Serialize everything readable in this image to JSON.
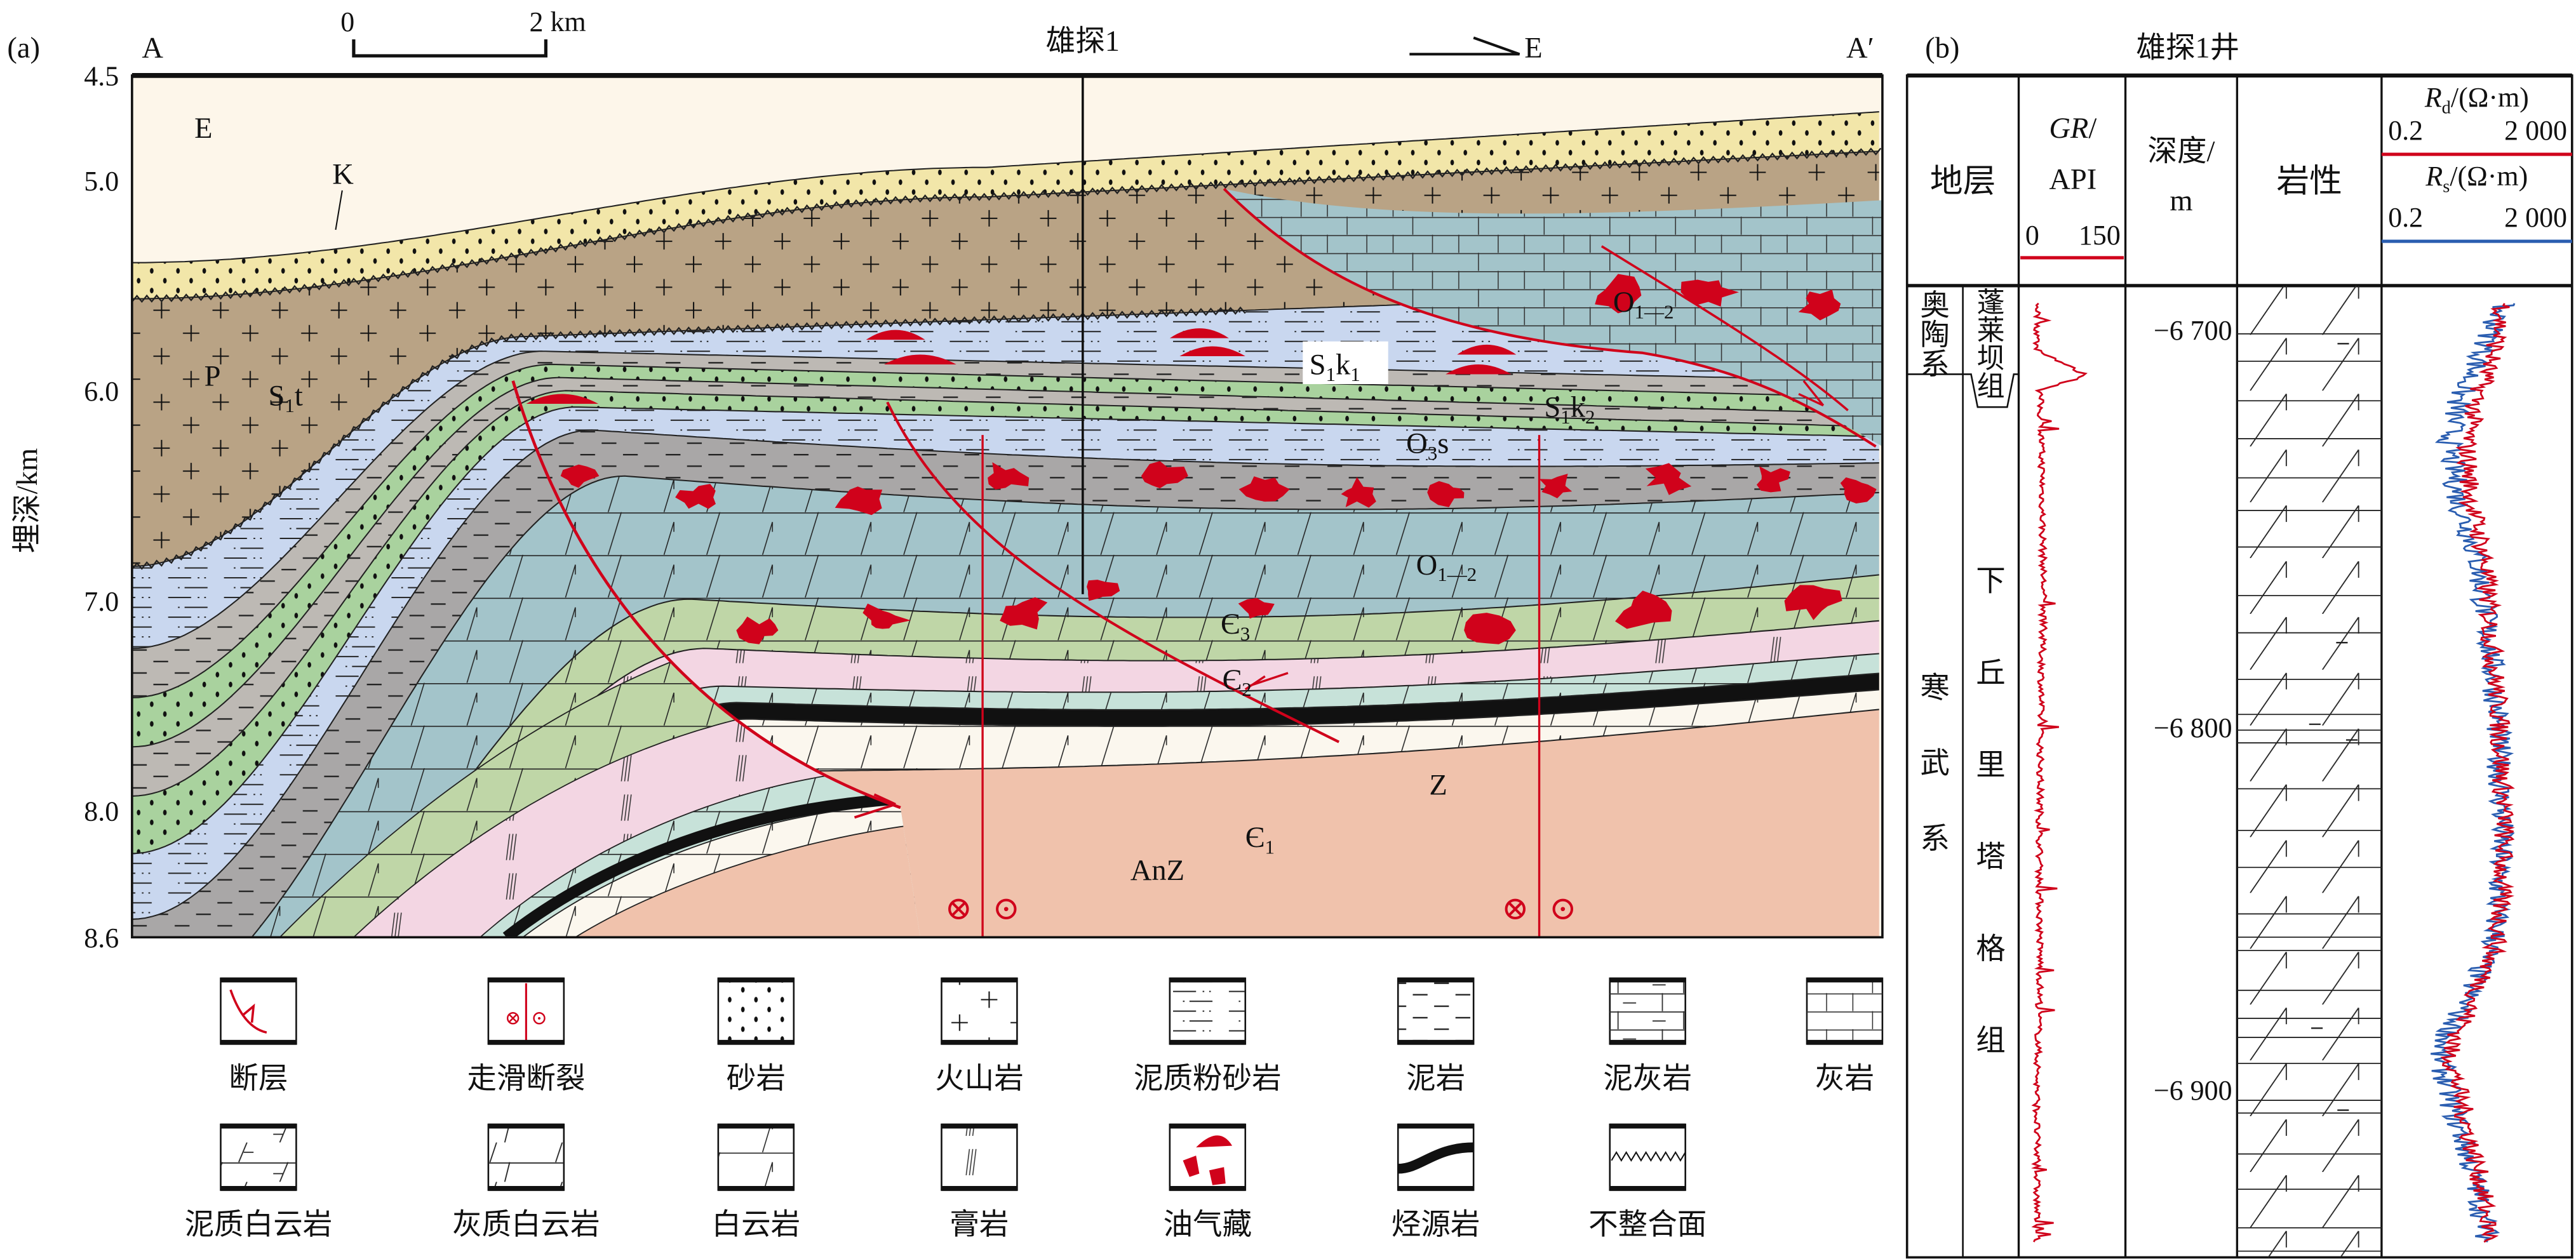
{
  "panel_a": {
    "label": "(a)",
    "section_start": "A",
    "section_end": "A′",
    "scale": {
      "zero": "0",
      "end": "2 km"
    },
    "well": "雄探1",
    "direction": "E",
    "y_axis": {
      "title": "埋深/km",
      "ticks": [
        "4.5",
        "5.0",
        "6.0",
        "7.0",
        "8.0",
        "8.6"
      ]
    },
    "units": {
      "E": [
        "E"
      ],
      "K": [
        "K"
      ],
      "P": [
        "P"
      ],
      "S1t": [
        "S",
        "1",
        "t"
      ],
      "S1k1": [
        "S",
        "1",
        "k",
        "1"
      ],
      "S1k2": [
        "S",
        "1",
        "k",
        "2"
      ],
      "O3s": [
        "O",
        "3",
        "s"
      ],
      "O12_right": [
        "O",
        "1—2"
      ],
      "O12_mid": [
        "O",
        "1—2"
      ],
      "C3": [
        "Є",
        "3"
      ],
      "C2": [
        "Є",
        "2"
      ],
      "C1": [
        "Є",
        "1"
      ],
      "Z": [
        "Z"
      ],
      "AnZ": [
        "AnZ"
      ]
    },
    "strike_slip_symbols": [
      "⊗",
      "⊙"
    ],
    "colors": {
      "fault": "#d0021b",
      "oil": "#d0021b"
    }
  },
  "legend": [
    {
      "label": "断层",
      "icon": "fault-icon"
    },
    {
      "label": "走滑断裂",
      "icon": "strike-slip-fault-icon"
    },
    {
      "label": "砂岩",
      "icon": "sandstone-icon"
    },
    {
      "label": "火山岩",
      "icon": "volcanic-rock-icon"
    },
    {
      "label": "泥质粉砂岩",
      "icon": "argillaceous-siltstone-icon"
    },
    {
      "label": "泥岩",
      "icon": "mudstone-icon"
    },
    {
      "label": "泥灰岩",
      "icon": "marl-icon"
    },
    {
      "label": "灰岩",
      "icon": "limestone-icon"
    },
    {
      "label": "泥质白云岩",
      "icon": "argillaceous-dolomite-icon"
    },
    {
      "label": "灰质白云岩",
      "icon": "calcareous-dolomite-icon"
    },
    {
      "label": "白云岩",
      "icon": "dolomite-icon"
    },
    {
      "label": "膏岩",
      "icon": "gypsum-icon"
    },
    {
      "label": "油气藏",
      "icon": "oil-gas-reservoir-icon"
    },
    {
      "label": "烃源岩",
      "icon": "source-rock-icon"
    },
    {
      "label": "不整合面",
      "icon": "unconformity-icon"
    }
  ],
  "panel_b": {
    "label": "(b)",
    "title": "雄探1井",
    "headers": {
      "strata": "地层",
      "gr": {
        "name": "GR",
        "slash": "/",
        "unit": "API",
        "min": "0",
        "max": "150"
      },
      "depth": {
        "name": "深度/",
        "unit": "m"
      },
      "lithology": "岩性",
      "rd": {
        "sym": "R",
        "sub": "d",
        "unit": "/(Ω·m)",
        "min": "0.2",
        "max": "2 000"
      },
      "rs": {
        "sym": "R",
        "sub": "s",
        "unit": "/(Ω·m)",
        "min": "0.2",
        "max": "2 000"
      }
    },
    "strata": {
      "systems": [
        "奥陶系",
        "寒武系"
      ],
      "formations": [
        "蓬莱坝组",
        "下丘里塔格组"
      ]
    },
    "depth_ticks": [
      {
        "label": "−6 700",
        "value": 6700
      },
      {
        "label": "−6 800",
        "value": 6800
      },
      {
        "label": "−6 900",
        "value": 6900
      }
    ],
    "colors": {
      "gr": "#d0021b",
      "rd": "#d0021b",
      "rs": "#2a5db0"
    },
    "log_data": {
      "depth_range": [
        6688,
        6944
      ],
      "gr_range": [
        0,
        150
      ],
      "res_range": [
        0.2,
        2000
      ],
      "gr_trend": [
        [
          6693,
          22
        ],
        [
          6705,
          20
        ],
        [
          6712,
          95
        ],
        [
          6716,
          25
        ],
        [
          6740,
          28
        ],
        [
          6770,
          30
        ],
        [
          6800,
          26
        ],
        [
          6840,
          24
        ],
        [
          6870,
          25
        ],
        [
          6900,
          20
        ],
        [
          6940,
          20
        ]
      ],
      "rd_trend": [
        [
          6693,
          80
        ],
        [
          6705,
          50
        ],
        [
          6718,
          20
        ],
        [
          6730,
          12
        ],
        [
          6745,
          15
        ],
        [
          6760,
          30
        ],
        [
          6780,
          40
        ],
        [
          6800,
          60
        ],
        [
          6830,
          80
        ],
        [
          6860,
          60
        ],
        [
          6878,
          15
        ],
        [
          6890,
          5
        ],
        [
          6905,
          10
        ],
        [
          6925,
          25
        ],
        [
          6940,
          40
        ]
      ],
      "rs_trend": [
        [
          6693,
          70
        ],
        [
          6705,
          30
        ],
        [
          6718,
          8
        ],
        [
          6730,
          5
        ],
        [
          6745,
          8
        ],
        [
          6760,
          20
        ],
        [
          6780,
          35
        ],
        [
          6800,
          55
        ],
        [
          6830,
          70
        ],
        [
          6860,
          50
        ],
        [
          6878,
          10
        ],
        [
          6890,
          3
        ],
        [
          6905,
          6
        ],
        [
          6925,
          20
        ],
        [
          6940,
          35
        ]
      ]
    }
  }
}
